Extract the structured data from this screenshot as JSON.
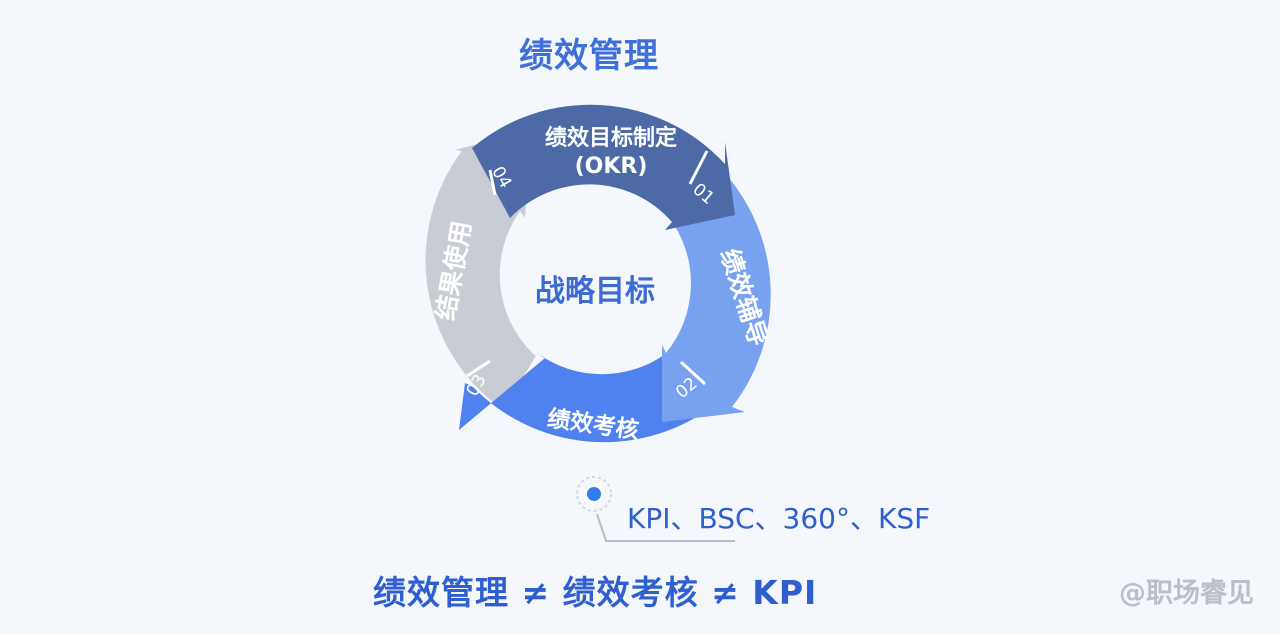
{
  "title": "绩效管理",
  "center": "战略目标",
  "stages": [
    {
      "num": "01",
      "label": "绩效目标制定",
      "sublabel": "(OKR)",
      "color": "#4d6aa6"
    },
    {
      "num": "02",
      "label": "绩效辅导",
      "color": "#78a1ef"
    },
    {
      "num": "03",
      "label": "绩效考核",
      "color": "#4f82ef"
    },
    {
      "num": "04",
      "label": "结果使用",
      "color": "#c8ccd5"
    }
  ],
  "callout": "KPI、BSC、360°、KSF",
  "formula": "绩效管理 ≠ 绩效考核 ≠ KPI",
  "watermark": "@职场睿见"
}
